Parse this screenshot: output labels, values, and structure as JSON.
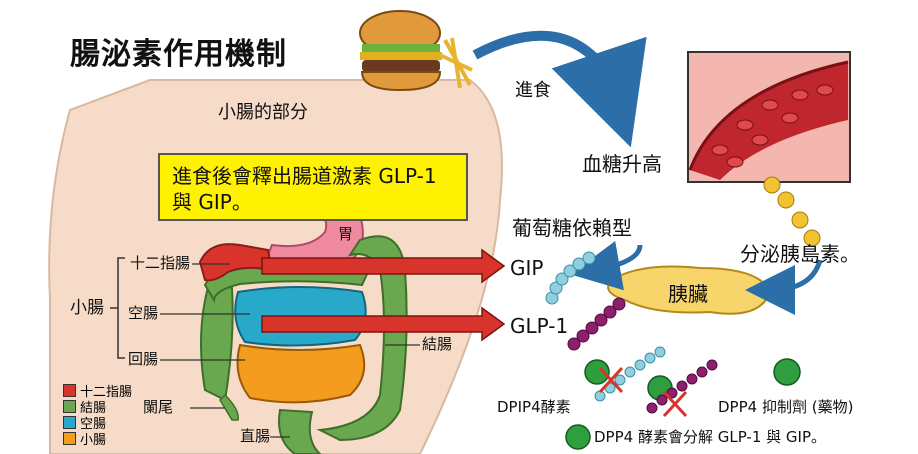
{
  "title": "腸泌素作用機制",
  "subtitle": "小腸的部分",
  "note_lines": [
    "進食後會釋出腸道激素 GLP-1",
    "與 GIP。"
  ],
  "labels": {
    "stomach": "胃",
    "duodenum": "十二指腸",
    "small_intestine": "小腸",
    "jejunum": "空腸",
    "ileum": "回腸",
    "colon": "結腸",
    "appendix": "闌尾",
    "rectum": "直腸",
    "eating": "進食",
    "blood_sugar": "血糖升高",
    "glucose_dependent": "葡萄糖依賴型",
    "gip": "GIP",
    "glp1": "GLP-1",
    "pancreas": "胰臟",
    "insulin": "分泌胰島素。",
    "dpp4_enzyme": "DPIP4酵素",
    "dpp4_inhibitor": "DPP4 抑制劑 (藥物)",
    "bottom_note": "DPP4 酵素會分解 GLP-1 與 GIP。"
  },
  "legend": [
    {
      "label": "十二指腸",
      "color": "#d9342b"
    },
    {
      "label": "結腸",
      "color": "#6aa84f"
    },
    {
      "label": "空腸",
      "color": "#29a9c9"
    },
    {
      "label": "小腸",
      "color": "#f39c1e"
    }
  ],
  "colors": {
    "arrow": "#d9342b",
    "skin": "#f6dcc8",
    "note_bg": "#fff200",
    "gip_molecule": "#8fcfe0",
    "glp1_molecule": "#8e1f6e",
    "dpp4": "#2e9e3e",
    "insulin_dots": "#f2c230",
    "blood": "#c0262d"
  },
  "icons": [
    "burger-icon",
    "blood-vessel-icon",
    "pancreas-icon",
    "enzyme-icon"
  ]
}
